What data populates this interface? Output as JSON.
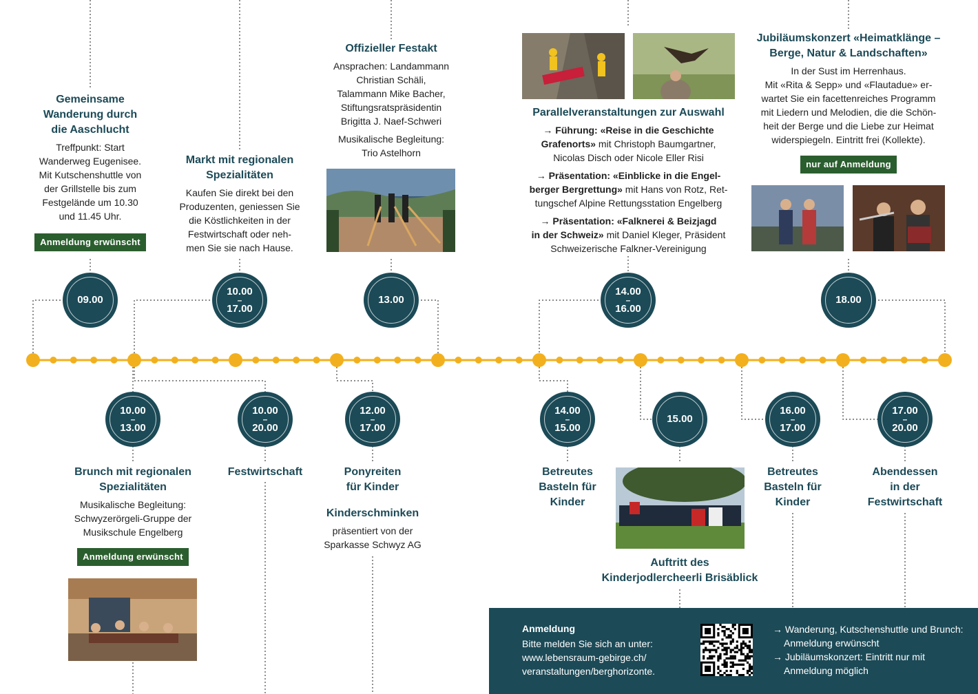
{
  "events_top": {
    "e09": {
      "time": "09.00",
      "title": [
        "Gemeinsame",
        "Wanderung durch",
        "die Aaschlucht"
      ],
      "desc": [
        "Treffpunkt: Start",
        "Wanderweg Eugenisee.",
        "Mit Kutschenshuttle von",
        "der Grillstelle bis zum",
        "Festgelände um 10.30",
        "und 11.45 Uhr."
      ],
      "badge": "Anmeldung erwünscht"
    },
    "e10": {
      "time_from": "10.00",
      "time_to": "17.00",
      "dash": "–",
      "title": [
        "Markt mit regionalen",
        "Spezialitäten"
      ],
      "desc": [
        "Kaufen Sie direkt bei den",
        "Produzenten, geniessen Sie",
        "die Köstlichkeiten in der",
        "Festwirtschaft oder neh-",
        "men Sie sie nach Hause."
      ]
    },
    "e13": {
      "time": "13.00",
      "title": [
        "Offizieller Festakt"
      ],
      "desc": [
        "Ansprachen: Landammann",
        "Christian Schäli,",
        "Talammann Mike Bacher,",
        "Stiftungsratspräsidentin",
        "Brigitta J. Naef-Schweri"
      ],
      "desc2": [
        "Musikalische Begleitung:",
        "Trio Astelhorn"
      ]
    },
    "e14": {
      "time_from": "14.00",
      "time_to": "16.00",
      "dash": "–",
      "title": [
        "Parallelveranstaltungen zur Auswahl"
      ],
      "acts": [
        {
          "bold1": "→ Führung: «Reise in die Geschichte",
          "bold2": "Grafenorts»",
          "rest": " mit Christoph Baumgartner,",
          "line3": "Nicolas Disch oder Nicole Eller Risi"
        },
        {
          "bold1": "→ Präsentation: «Einblicke in die Engel-",
          "bold2": "berger Bergrettung»",
          "rest": " mit Hans von Rotz, Ret-",
          "line3": "tungschef Alpine Rettungsstation Engelberg"
        },
        {
          "bold1": "→ Präsentation: «Falknerei & Beizjagd",
          "bold2": "in der Schweiz»",
          "rest": " mit Daniel Kleger, Präsident",
          "line3": "Schweizerische Falkner-Vereinigung"
        }
      ]
    },
    "e18": {
      "time": "18.00",
      "title": [
        "Jubiläumskonzert «Heimatklänge –",
        "Berge, Natur & Landschaften»"
      ],
      "desc": [
        "In der Sust im Herrenhaus.",
        "Mit «Rita & Sepp» und «Flautadue» er-",
        "wartet Sie ein facettenreiches Programm",
        "mit Liedern und Melodien, die die Schön-",
        "heit der Berge und die Liebe zur Heimat",
        "widerspiegeln. Eintritt frei (Kollekte)."
      ],
      "badge": "nur auf Anmeldung"
    }
  },
  "events_bottom": {
    "b1": {
      "time_from": "10.00",
      "time_to": "13.00",
      "dash": "–",
      "title": [
        "Brunch mit regionalen",
        "Spezialitäten"
      ],
      "desc": [
        "Musikalische Begleitung:",
        "Schwyzerörgeli-Gruppe der",
        "Musikschule Engelberg"
      ],
      "badge": "Anmeldung erwünscht"
    },
    "b2": {
      "time_from": "10.00",
      "time_to": "20.00",
      "dash": "–",
      "title": [
        "Festwirtschaft"
      ]
    },
    "b3": {
      "time_from": "12.00",
      "time_to": "17.00",
      "dash": "–",
      "title": [
        "Ponyreiten",
        "für Kinder"
      ],
      "title2": [
        "Kinderschminken"
      ],
      "desc": [
        "präsentiert von der",
        "Sparkasse Schwyz AG"
      ]
    },
    "b4": {
      "time_from": "14.00",
      "time_to": "15.00",
      "dash": "–",
      "title": [
        "Betreutes",
        "Basteln für",
        "Kinder"
      ]
    },
    "b5": {
      "time": "15.00",
      "title": [
        "Auftritt des",
        "Kinderjodlercheerli Brisäblick"
      ]
    },
    "b6": {
      "time_from": "16.00",
      "time_to": "17.00",
      "dash": "–",
      "title": [
        "Betreutes",
        "Basteln für",
        "Kinder"
      ]
    },
    "b7": {
      "time_from": "17.00",
      "time_to": "20.00",
      "dash": "–",
      "title": [
        "Abendessen",
        "in der",
        "Festwirtschaft"
      ]
    }
  },
  "info": {
    "heading": "Anmeldung",
    "text": [
      "Bitte melden Sie sich an unter:",
      "www.lebensraum-gebirge.ch/",
      "veranstaltungen/berghorizonte."
    ],
    "notes": [
      "→ Wanderung, Kutschenshuttle und Brunch: Anmeldung erwünscht",
      "→ Jubiläumskonzert: Eintritt nur mit Anmeldung möglich"
    ]
  },
  "colors": {
    "teal": "#1c4a57",
    "amber": "#f2b01e",
    "badge_green": "#2b5e2e"
  }
}
